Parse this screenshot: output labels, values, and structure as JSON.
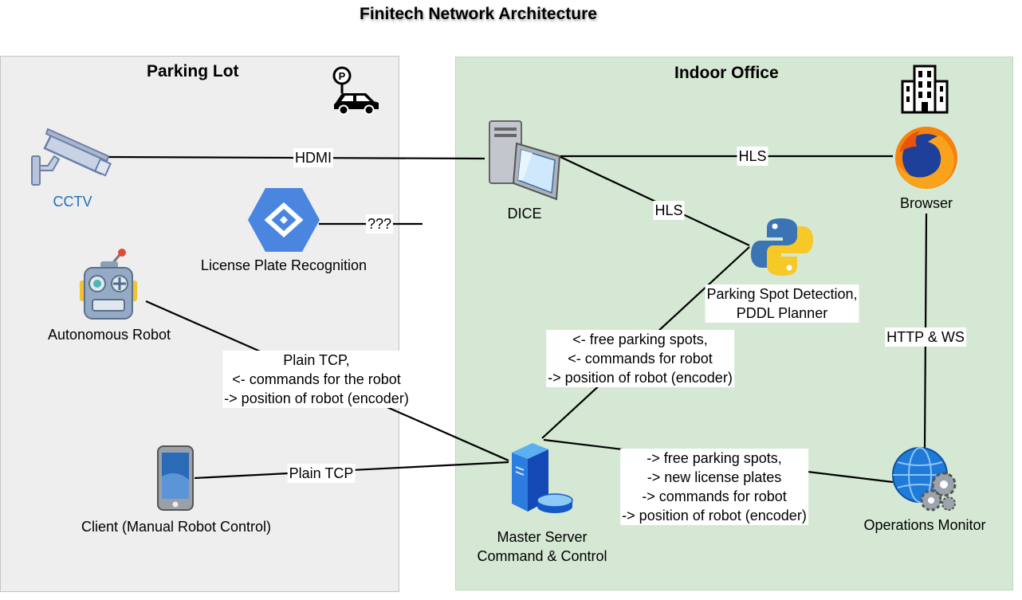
{
  "title": "Finitech Network Architecture",
  "zones": {
    "parking": {
      "title": "Parking Lot",
      "color": "#eeeeee"
    },
    "office": {
      "title": "Indoor Office",
      "color": "#d5e8d4"
    }
  },
  "nodes": {
    "cctv": {
      "label": "CCTV",
      "color": "#1f6fbf",
      "icon": "cctv-camera-icon"
    },
    "lpr": {
      "label": "License Plate Recognition",
      "icon": "google-cloud-vision-icon"
    },
    "robot": {
      "label": "Autonomous Robot",
      "icon": "robot-icon"
    },
    "client": {
      "label": "Client (Manual Robot Control)",
      "icon": "tablet-icon"
    },
    "dice": {
      "label": "DICE",
      "icon": "computer-icon"
    },
    "browser": {
      "label": "Browser",
      "icon": "firefox-icon"
    },
    "psd": {
      "label_lines": [
        "Parking Spot Detection,",
        "PDDL Planner"
      ],
      "icon": "python-icon"
    },
    "master": {
      "label_lines": [
        "Master Server",
        "Command & Control"
      ],
      "icon": "server-icon"
    },
    "ops": {
      "label": "Operations Monitor",
      "icon": "globe-gears-icon"
    },
    "parking_sign": {
      "icon": "parking-car-icon"
    },
    "building": {
      "icon": "building-icon"
    }
  },
  "edges": {
    "hdmi": "HDMI",
    "hls_browser": "HLS",
    "hls_psd": "HLS",
    "lpr_unknown": "???",
    "http_ws": "HTTP & WS",
    "robot_master": [
      "Plain TCP,",
      "<- commands for the robot",
      "-> position of robot (encoder)"
    ],
    "psd_master": [
      "<- free parking spots,",
      "<- commands for robot",
      "-> position of robot (encoder)"
    ],
    "master_ops": [
      "-> free parking spots,",
      "-> new license plates",
      "-> commands for robot",
      "-> position of robot (encoder)"
    ],
    "client_master": "Plain TCP"
  }
}
